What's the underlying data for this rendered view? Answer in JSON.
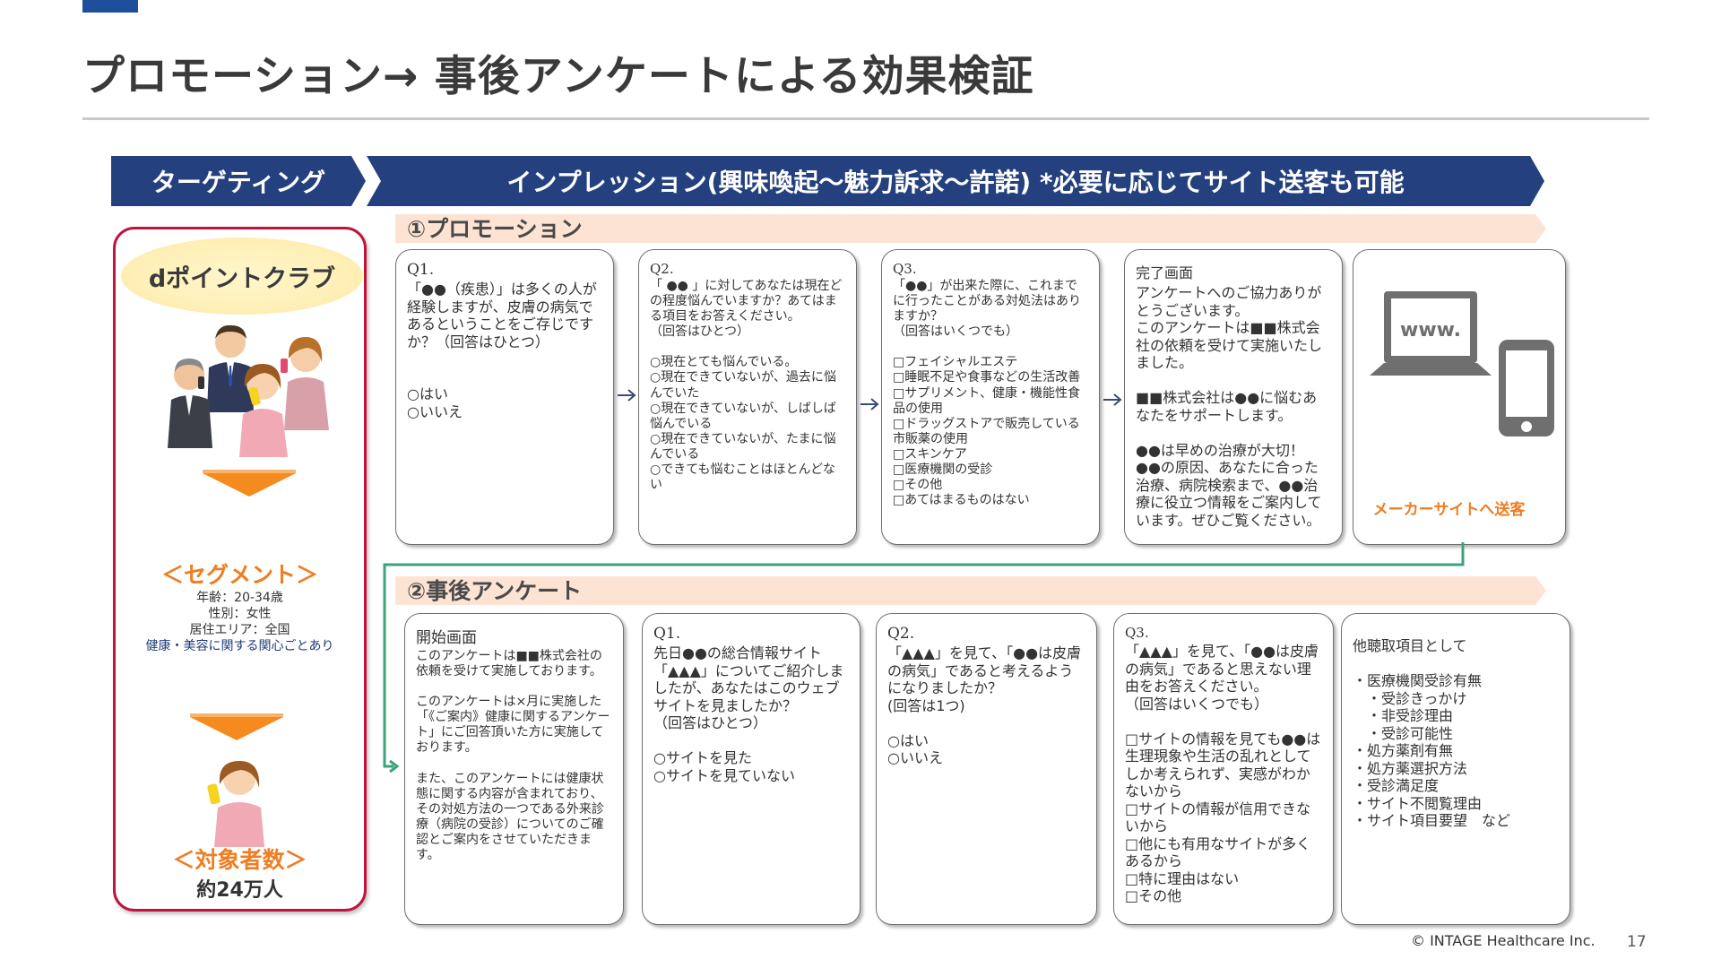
{
  "title": "プロモーション→ 事後アンケートによる効果検証",
  "banners": {
    "targeting": "ターゲティング",
    "impression": "インプレッション(興味喚起～魅力訴求～許諾)  *必要に応じてサイト送客も可能"
  },
  "sections": {
    "promotion": "①プロモーション",
    "survey": "②事後アンケート"
  },
  "left_panel": {
    "club": "dポイントクラブ",
    "segment_heading": "＜セグメント＞",
    "segment_lines": [
      "年齢：20-34歳",
      "性別：女性",
      "居住エリア：全国",
      "健康・美容に関する関心ごとあり"
    ],
    "count_heading": "＜対象者数＞",
    "count_value": "約24万人"
  },
  "promotion_boxes": [
    {
      "head": "Q1.",
      "text": "「●●（疾患）」は多くの人が経験しますが、皮膚の病気であるということをご存じですか？（回答はひとつ）\n\n\n○はい\n○いいえ"
    },
    {
      "head": "Q2.",
      "text": "「 ●● 」に対してあなたは現在どの程度悩んでいますか？あてはまる項目をお答えください。\n（回答はひとつ）\n\n○現在とても悩んでいる。\n○現在できていないが、過去に悩んでいた\n○現在できていないが、しばしば悩んでいる\n○現在できていないが、たまに悩んでいる\n○できても悩むことはほとんどない"
    },
    {
      "head": "Q3.",
      "text": "「●●」が出来た際に、これまでに行ったことがある対処法はありますか？\n（回答はいくつでも）\n\n□フェイシャルエステ\n□睡眠不足や食事などの生活改善\n□サプリメント、健康・機能性食品の使用\n□ドラッグストアで販売している市販薬の使用\n□スキンケア\n□医療機関の受診\n□その他\n□あてはまるものはない"
    },
    {
      "head": "完了画面",
      "text": "アンケートへのご協力ありがとうございます。\nこのアンケートは■■株式会社の依頼を受けて実施いたしました。\n\n■■株式会社は●●に悩むあなたをサポートします。\n\n●●は早めの治療が大切！\n●●の原因、あなたに合った治療、病院検索まで、●●治療に役立つ情報をご案内しています。ぜひご覧ください。"
    }
  ],
  "site_box": {
    "www_label": "www.",
    "caption": "メーカーサイトへ送客"
  },
  "survey_boxes": [
    {
      "head": "開始画面",
      "text": "このアンケートは■■株式会社の依頼を受けて実施しております。\n\nこのアンケートは×月に実施した「《ご案内》健康に関するアンケート」にご回答頂いた方に実施しております。\n\nまた、このアンケートには健康状態に関する内容が含まれており、その対処方法の一つである外来診療（病院の受診）についてのご確認とご案内をさせていただきます。"
    },
    {
      "head": "Q1.",
      "text": "先日●●の総合情報サイト「▲▲▲」についてご紹介しましたが、あなたはこのウェブサイトを見ましたか？\n（回答はひとつ）\n\n○サイトを見た\n○サイトを見ていない"
    },
    {
      "head": "Q2.",
      "text": "「▲▲▲」を見て、「●●は皮膚の病気」であると考えるようになりましたか？\n(回答は1つ)\n\n○はい\n○いいえ"
    },
    {
      "head": "Q3.",
      "text": "「▲▲▲」を見て、「●●は皮膚の病気」であると思えない理由をお答えください。\n（回答はいくつでも）\n\n□サイトの情報を見ても●●は生理現象や生活の乱れとしてしか考えられず、実感がわかないから\n□サイトの情報が信用できないから\n□他にも有用なサイトが多くあるから\n□特に理由はない\n□その他"
    },
    {
      "head": "",
      "text": "他聴取項目として\n\n・医療機関受診有無\n　・受診きっかけ\n　・非受診理由\n　・受診可能性\n・処方薬剤有無\n・処方薬選択方法\n・受診満足度\n・サイト不閲覧理由\n・サイト項目要望　など"
    }
  ],
  "footer": {
    "copyright": "© INTAGE Healthcare Inc.",
    "page": "17"
  },
  "colors": {
    "banner": "#24407e",
    "panel_border": "#c0143c",
    "orange": "#ef7d22",
    "band": "#fde3d4",
    "connector": "#3aa37a"
  }
}
